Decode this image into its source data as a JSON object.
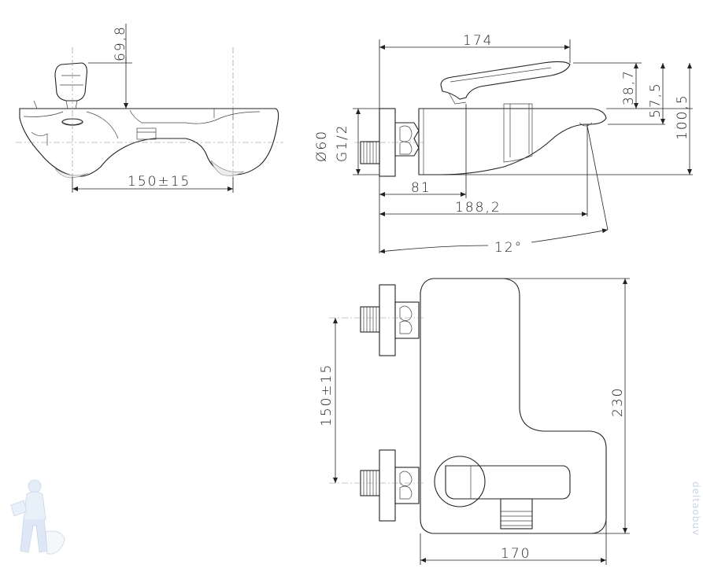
{
  "dimensions": {
    "handle_height": "69,8",
    "center_distance_front": "150±15",
    "total_length_side": "174",
    "diameter": "Ø60",
    "thread": "G1/2",
    "d_38_7": "38,7",
    "d_57_5": "57,5",
    "d_100_5": "100,5",
    "d_81": "81",
    "d_188_2": "188,2",
    "angle": "12°",
    "center_distance_top": "150±15",
    "height_top": "230",
    "width_top": "170"
  },
  "watermark": {
    "text": "deltaobuv"
  },
  "colors": {
    "line": "#222222",
    "shade": "#ededed",
    "watermark": "#c9d3e6"
  }
}
